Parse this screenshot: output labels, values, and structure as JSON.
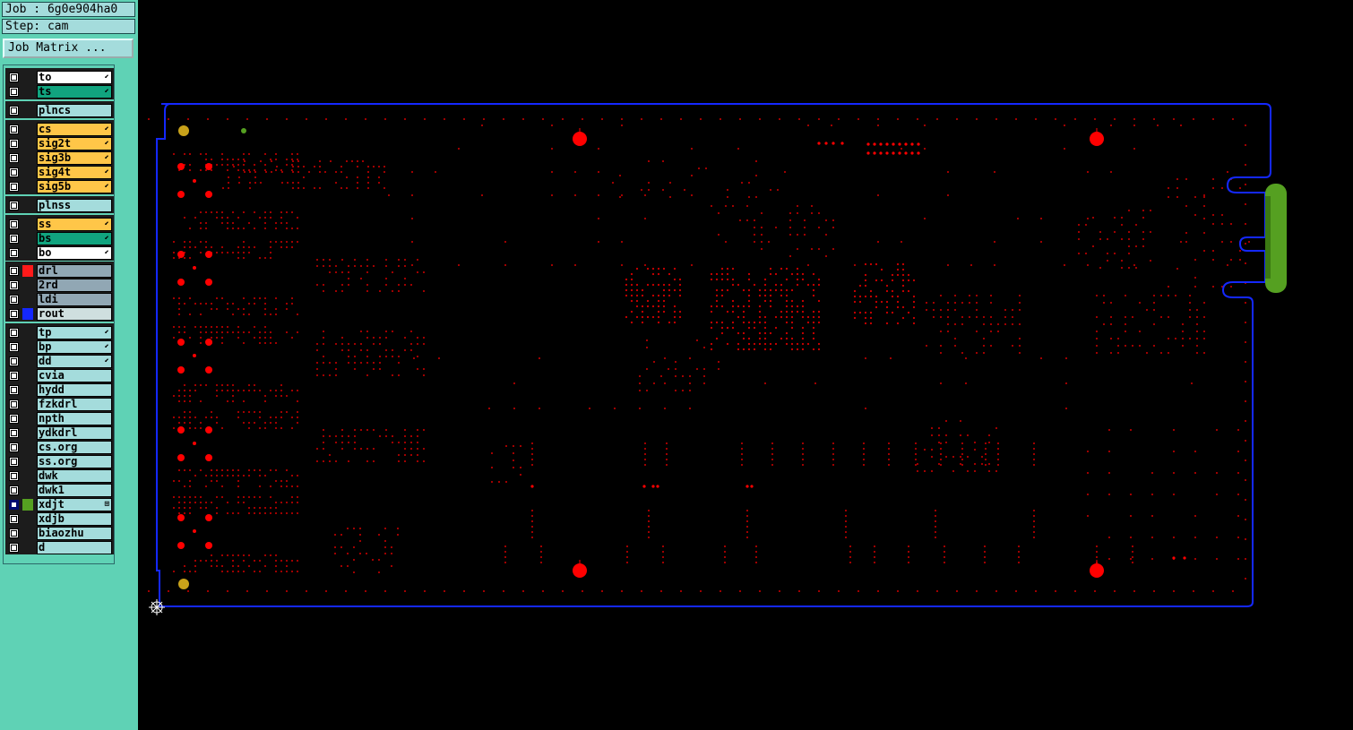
{
  "header": {
    "job": "Job : 6g0e904ha0",
    "step": "Step: cam"
  },
  "job_matrix_button": "Job Matrix ...",
  "colors": {
    "panel": "#5fd2b5",
    "label_bg": "#a4dcdc",
    "signal": "#ffc648",
    "solder": "#11a47f",
    "drill_lbl": "#91a7b4",
    "rout_lbl": "#cfdfdf",
    "pad_red": "#ff0000",
    "outline_blue": "#1428ff",
    "green_slot": "#55a021",
    "fiducial": "#c8a21a"
  },
  "layers": [
    {
      "name": "to",
      "bg": "#ffffff",
      "swatch": "",
      "arrow": true
    },
    {
      "name": "ts",
      "bg": "#11a47f",
      "swatch": "",
      "arrow": true
    },
    {
      "name": "plncs",
      "bg": "#a4dcdc",
      "swatch": "",
      "arrow": false
    },
    {
      "name": "cs",
      "bg": "#ffc648",
      "swatch": "",
      "arrow": true
    },
    {
      "name": "sig2t",
      "bg": "#ffc648",
      "swatch": "",
      "arrow": true
    },
    {
      "name": "sig3b",
      "bg": "#ffc648",
      "swatch": "",
      "arrow": true
    },
    {
      "name": "sig4t",
      "bg": "#ffc648",
      "swatch": "",
      "arrow": true
    },
    {
      "name": "sig5b",
      "bg": "#ffc648",
      "swatch": "",
      "arrow": true
    },
    {
      "name": "plnss",
      "bg": "#a4dcdc",
      "swatch": "",
      "arrow": false
    },
    {
      "name": "ss",
      "bg": "#ffc648",
      "swatch": "",
      "arrow": true
    },
    {
      "name": "bs",
      "bg": "#11a47f",
      "swatch": "",
      "arrow": true
    },
    {
      "name": "bo",
      "bg": "#ffffff",
      "swatch": "",
      "arrow": true
    },
    {
      "name": "drl",
      "bg": "#91a7b4",
      "swatch": "#ff1a1a",
      "arrow": false
    },
    {
      "name": "2rd",
      "bg": "#91a7b4",
      "swatch": "",
      "arrow": false
    },
    {
      "name": "ldi",
      "bg": "#91a7b4",
      "swatch": "",
      "arrow": false
    },
    {
      "name": "rout",
      "bg": "#cfdfdf",
      "swatch": "#1428ff",
      "arrow": false
    },
    {
      "name": "tp",
      "bg": "#a4dcdc",
      "swatch": "",
      "arrow": true
    },
    {
      "name": "bp",
      "bg": "#a4dcdc",
      "swatch": "",
      "arrow": true
    },
    {
      "name": "dd",
      "bg": "#a4dcdc",
      "swatch": "",
      "arrow": true
    },
    {
      "name": "cvia",
      "bg": "#a4dcdc",
      "swatch": "",
      "arrow": false
    },
    {
      "name": "hydd",
      "bg": "#a4dcdc",
      "swatch": "",
      "arrow": false
    },
    {
      "name": "fzkdrl",
      "bg": "#a4dcdc",
      "swatch": "",
      "arrow": false
    },
    {
      "name": "npth",
      "bg": "#a4dcdc",
      "swatch": "",
      "arrow": false
    },
    {
      "name": "ydkdrl",
      "bg": "#a4dcdc",
      "swatch": "",
      "arrow": false
    },
    {
      "name": "cs.org",
      "bg": "#a4dcdc",
      "swatch": "",
      "arrow": false
    },
    {
      "name": "ss.org",
      "bg": "#a4dcdc",
      "swatch": "",
      "arrow": false
    },
    {
      "name": "dwk",
      "bg": "#a4dcdc",
      "swatch": "",
      "arrow": false
    },
    {
      "name": "dwk1",
      "bg": "#a4dcdc",
      "swatch": "",
      "arrow": false
    },
    {
      "name": "xdjt",
      "bg": "#a4dcdc",
      "swatch": "#55a021",
      "arrow": false,
      "selected": true
    },
    {
      "name": "xdjb",
      "bg": "#a4dcdc",
      "swatch": "",
      "arrow": false
    },
    {
      "name": "biaozhu",
      "bg": "#a4dcdc",
      "swatch": "",
      "arrow": false
    },
    {
      "name": "d",
      "bg": "#a4dcdc",
      "swatch": "",
      "arrow": false
    }
  ]
}
